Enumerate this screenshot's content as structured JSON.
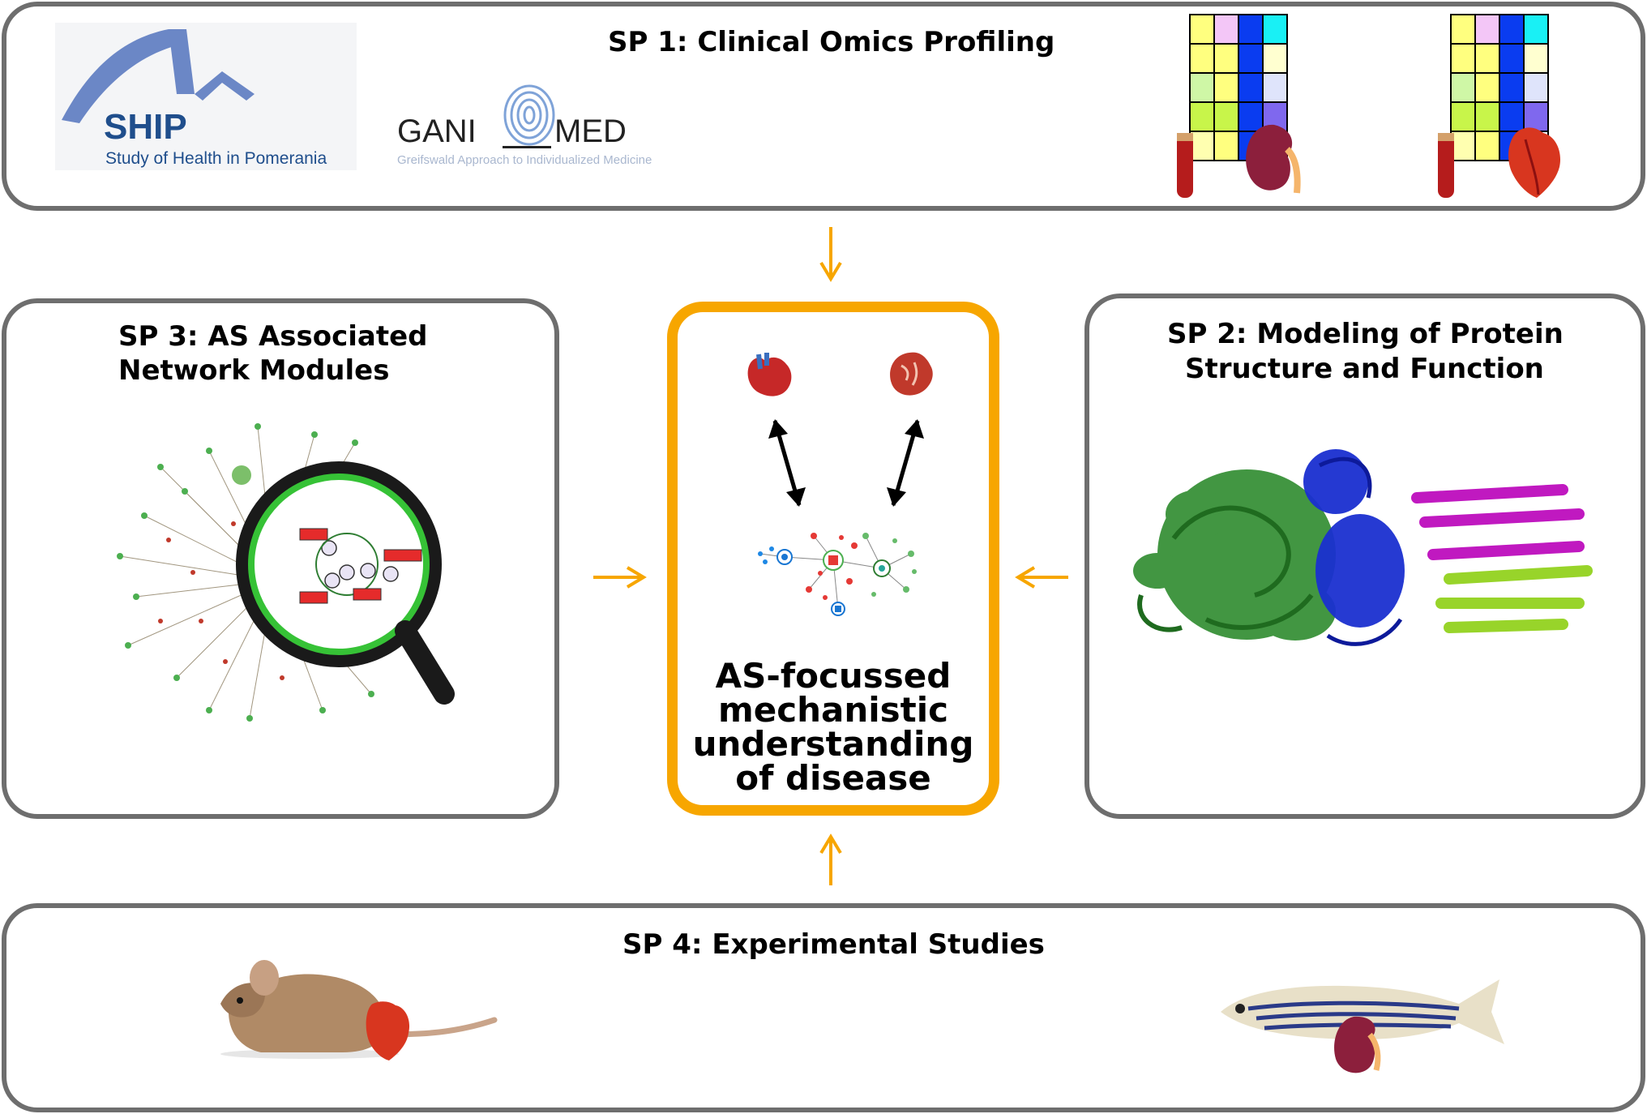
{
  "sp1": {
    "title": "SP 1: Clinical Omics Profiling",
    "ship_logo": {
      "name": "SHIP",
      "subtitle": "Study of Health in Pomerania"
    },
    "ganimed_logo": {
      "left": "GANI",
      "right": "MED",
      "subtitle": "Greifswald Approach to Individualized Medicine"
    }
  },
  "sp2": {
    "title_line1": "SP 2: Modeling of Protein",
    "title_line2": "Structure and Function"
  },
  "sp3": {
    "title_line1": "SP 3: AS Associated",
    "title_line2": "Network Modules"
  },
  "sp4": {
    "title": "SP 4: Experimental Studies"
  },
  "center": {
    "line1": "AS-focussed",
    "line2": "mechanistic",
    "line3": "understanding",
    "line4": "of disease"
  },
  "colors": {
    "panel_border": "#6e6e6e",
    "accent_orange": "#f7a600",
    "ship_blue": "#1f4e8c"
  },
  "icons": [
    "heart-icon",
    "kidney-icon",
    "blood-tube-icon",
    "heatmap-icon",
    "network-icon",
    "magnifier-icon",
    "protein-structure-icon",
    "mouse-icon",
    "zebrafish-icon"
  ]
}
